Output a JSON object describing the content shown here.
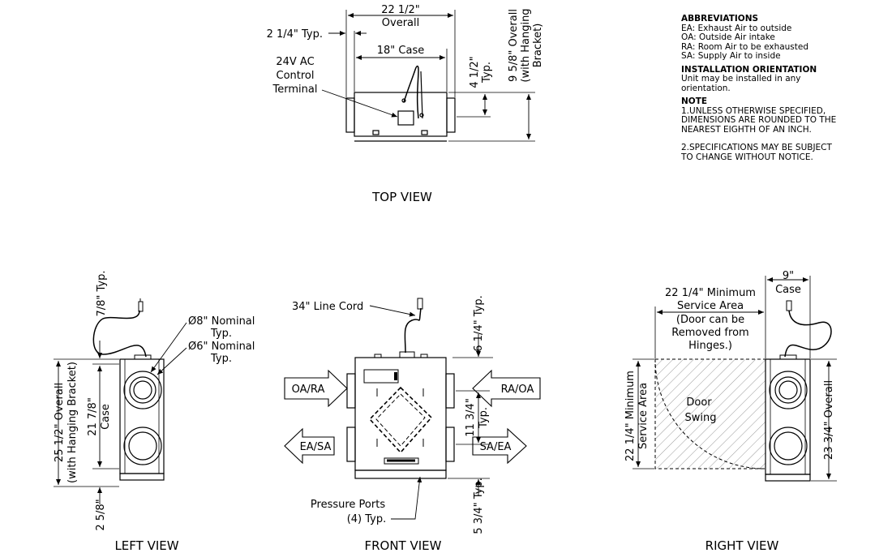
{
  "top_view": {
    "dim_overall": "22 1/2\"",
    "dim_overall_word": "Overall",
    "dim_typ": "2 1/4\" Typ.",
    "dim_case": "18\" Case",
    "terminal_lines": [
      "24V AC",
      "Control",
      "Terminal"
    ],
    "dim_height_typ": "4 1/2\"",
    "dim_height_typ_word": "Typ.",
    "dim_hang_lines": [
      "9 5/8\" Overall",
      "(with Hanging",
      "Bracket)"
    ],
    "title": "TOP VIEW"
  },
  "left_view": {
    "dim_top_typ": "7/8\" Typ.",
    "port8_lines": [
      "Ø8\" Nominal",
      "Typ."
    ],
    "port6_lines": [
      "Ø6\" Nominal",
      "Typ."
    ],
    "dim_overall_lines": [
      "25 1/2\" Overall",
      "(with Hanging Bracket)"
    ],
    "dim_case_lines": [
      "21 7/8\"",
      "Case"
    ],
    "dim_bottom": "2 5/8\"",
    "title": "LEFT VIEW"
  },
  "front_view": {
    "line_cord": "34\" Line Cord",
    "dim_top_typ": "6 1/4\" Typ.",
    "arrow_oa_ra": "OA/RA",
    "arrow_ra_oa": "RA/OA",
    "arrow_ea_sa": "EA/SA",
    "arrow_sa_ea": "SA/EA",
    "dim_mid_typ_lines": [
      "11 3/4\"",
      "Typ."
    ],
    "dim_bottom_typ": "5 3/4\" Typ.",
    "ports_lines": [
      "Pressure Ports",
      "(4) Typ."
    ],
    "title": "FRONT VIEW"
  },
  "right_view": {
    "dim_case_lines": [
      "9\"",
      "Case"
    ],
    "service_lines": [
      "22 1/4\" Minimum",
      "Service Area",
      "(Door can be",
      "Removed from",
      "Hinges.)"
    ],
    "dim_side_lines": [
      "22 1/4\" Minimum",
      "Service Area"
    ],
    "door_lines": [
      "Door",
      "Swing"
    ],
    "dim_overall": "23 3/4\" Overall",
    "title": "RIGHT VIEW"
  },
  "notes": {
    "abbr_title": "ABBREVIATIONS",
    "abbr": [
      "EA: Exhaust Air to outside",
      "OA: Outside Air intake",
      "RA: Room Air to be exhausted",
      "SA: Supply Air to inside"
    ],
    "orient_title": "INSTALLATION ORIENTATION",
    "orient_lines": [
      "Unit may be installed in any",
      "orientation."
    ],
    "note_title": "NOTE",
    "note1_lines": [
      "1.UNLESS OTHERWISE SPECIFIED,",
      "DIMENSIONS ARE ROUNDED TO THE",
      "NEAREST EIGHTH OF AN INCH."
    ],
    "note2_lines": [
      "2.SPECIFICATIONS MAY BE SUBJECT",
      "TO CHANGE WITHOUT NOTICE."
    ]
  }
}
